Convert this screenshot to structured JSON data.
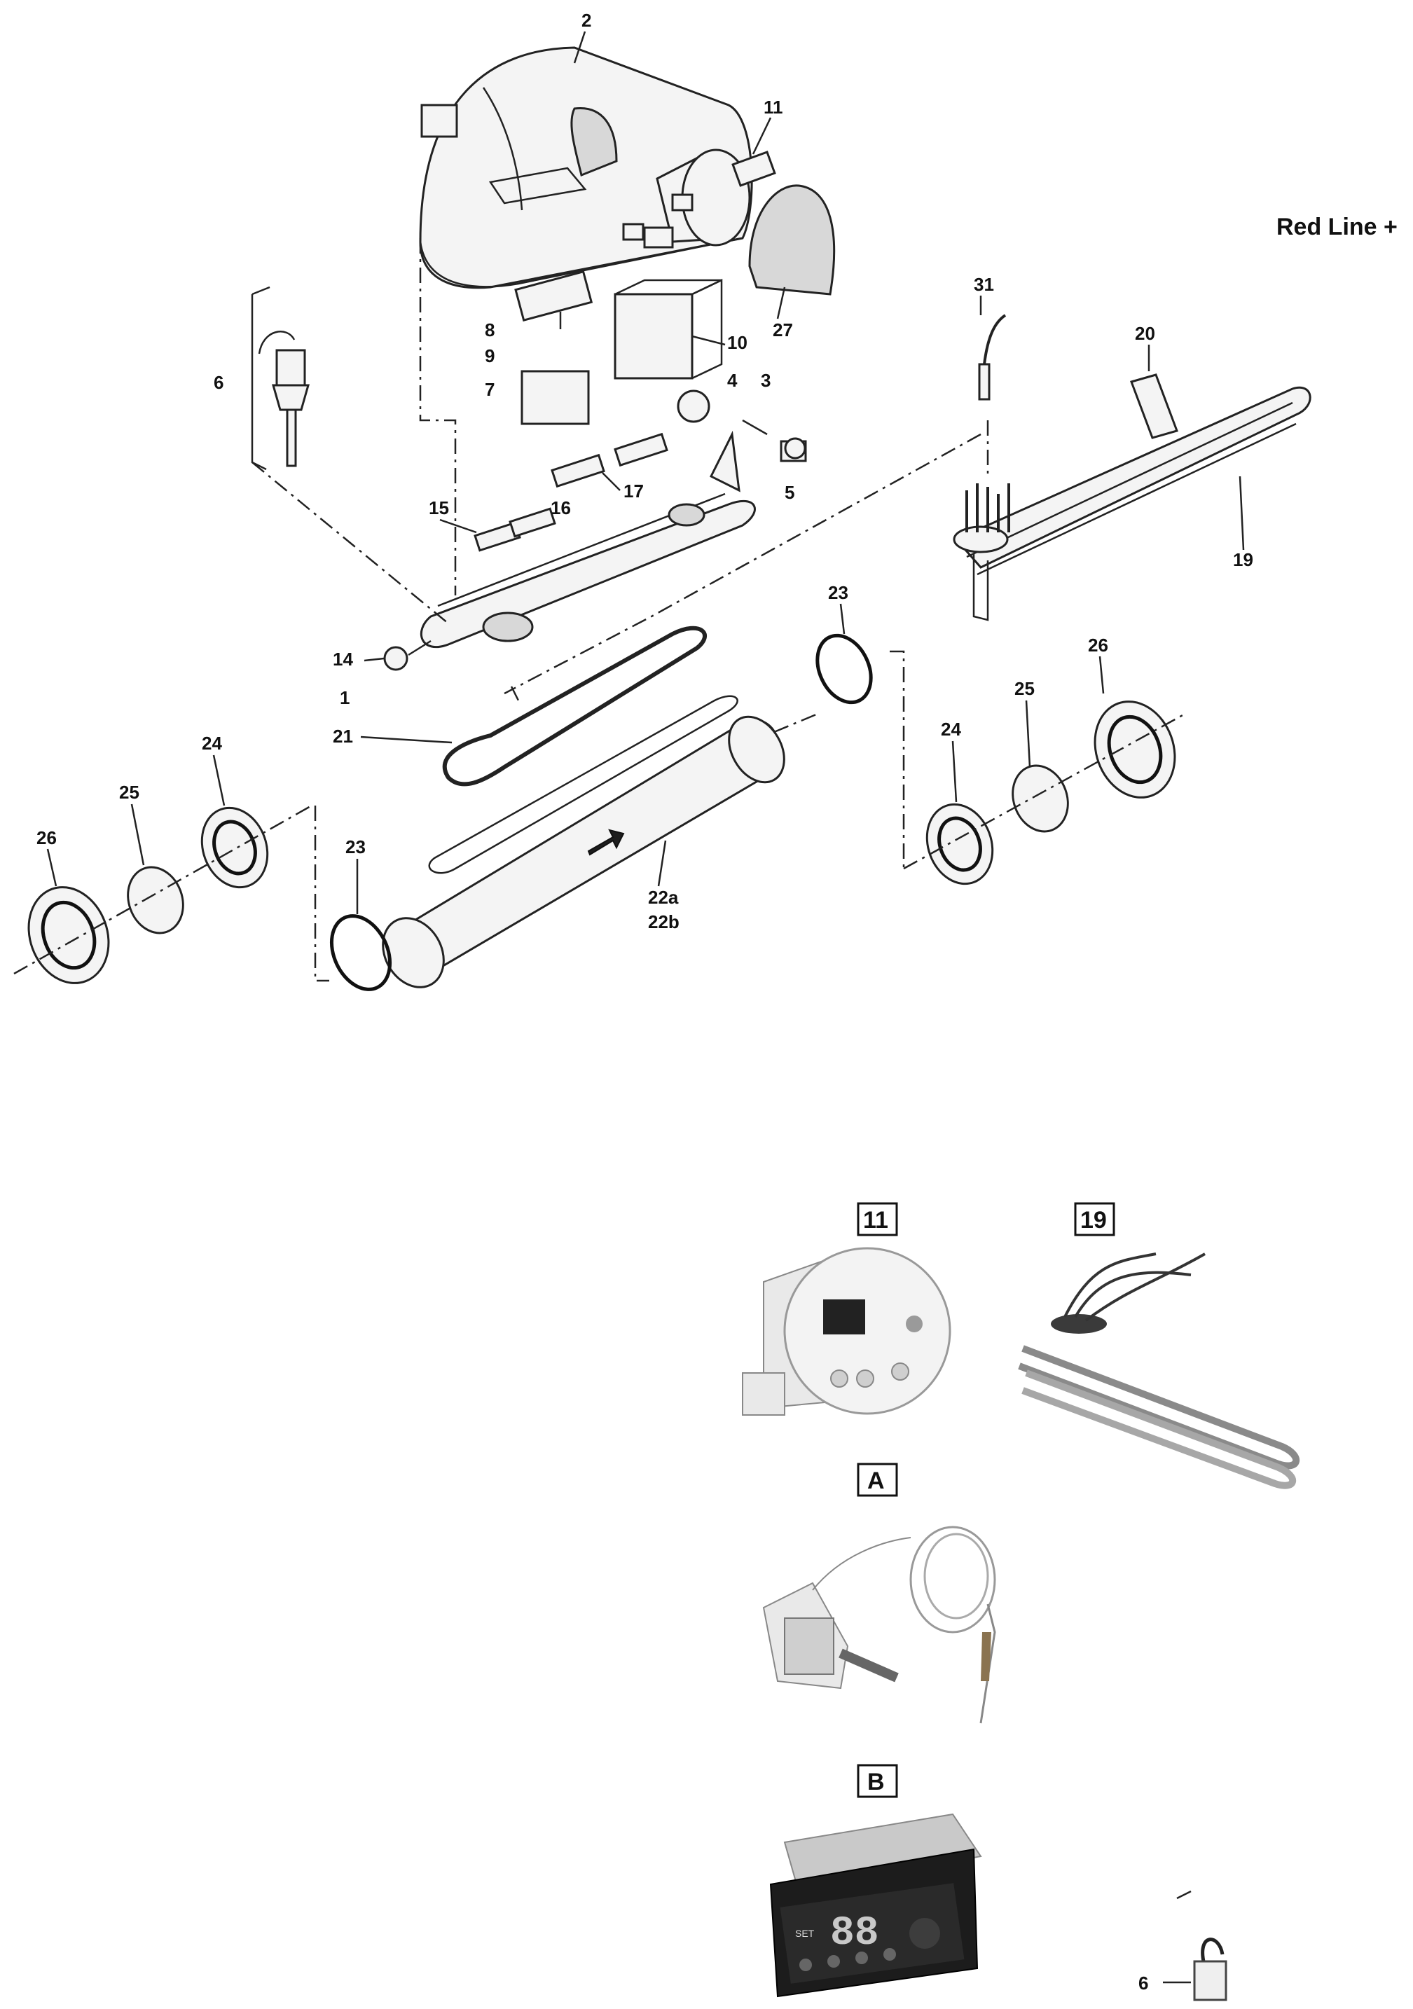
{
  "title": "Red Line +",
  "callouts": {
    "c1": "1",
    "c2": "2",
    "c3": "3",
    "c4": "4",
    "c5": "5",
    "c6": "6",
    "c7": "7",
    "c8": "8",
    "c9": "9",
    "c10": "10",
    "c11": "11",
    "c14": "14",
    "c15": "15",
    "c16": "16",
    "c17": "17",
    "c19": "19",
    "c20": "20",
    "c21": "21",
    "c22a": "22a",
    "c22b": "22b",
    "c23a": "23",
    "c23b": "23",
    "c24a": "24",
    "c24b": "24",
    "c25a": "25",
    "c25b": "25",
    "c26a": "26",
    "c26b": "26",
    "c27": "27",
    "c31": "31",
    "c6b": "6"
  },
  "photo_boxes": {
    "box11": "11",
    "box19": "19",
    "boxA": "A",
    "boxB": "B"
  },
  "controller_display": {
    "readout": "88",
    "set_label": "SET"
  },
  "icons": [
    "controller-photo",
    "heating-element-photo",
    "capillary-thermostat-photo",
    "digital-thermostat-photo",
    "flow-switch-photo"
  ]
}
